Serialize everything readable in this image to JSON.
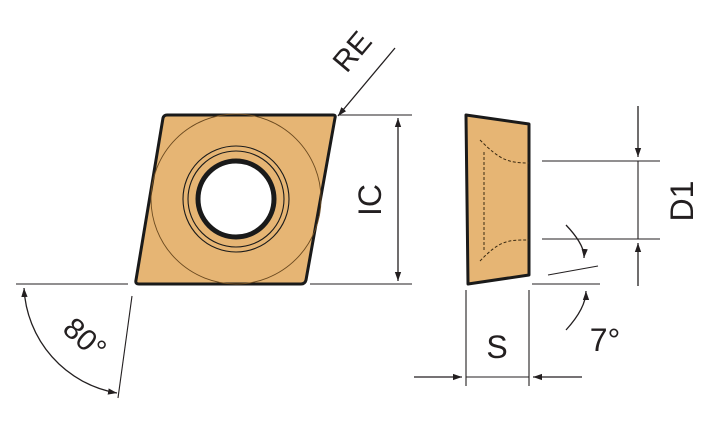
{
  "labels": {
    "re": "RE",
    "ic": "IC",
    "d1": "D1",
    "s": "S",
    "angle_80": "80°",
    "angle_7": "7°"
  },
  "colors": {
    "insert_fill": "#e6b574",
    "outline": "#1a1a1a",
    "dim_line": "#231f20",
    "background": "#ffffff"
  }
}
